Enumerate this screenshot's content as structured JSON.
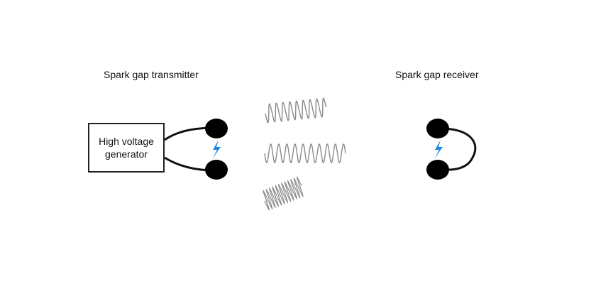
{
  "diagram": {
    "transmitter_title": "Spark gap transmitter",
    "receiver_title": "Spark gap receiver",
    "generator_line1": "High voltage",
    "generator_line2": "generator"
  },
  "colors": {
    "wire": "#111111",
    "electrode": "#000000",
    "spark": "#1e88e5",
    "wave": "#8a8a8a"
  },
  "icons": {
    "spark": "lightning-bolt-icon",
    "wave": "sine-wave-icon"
  }
}
